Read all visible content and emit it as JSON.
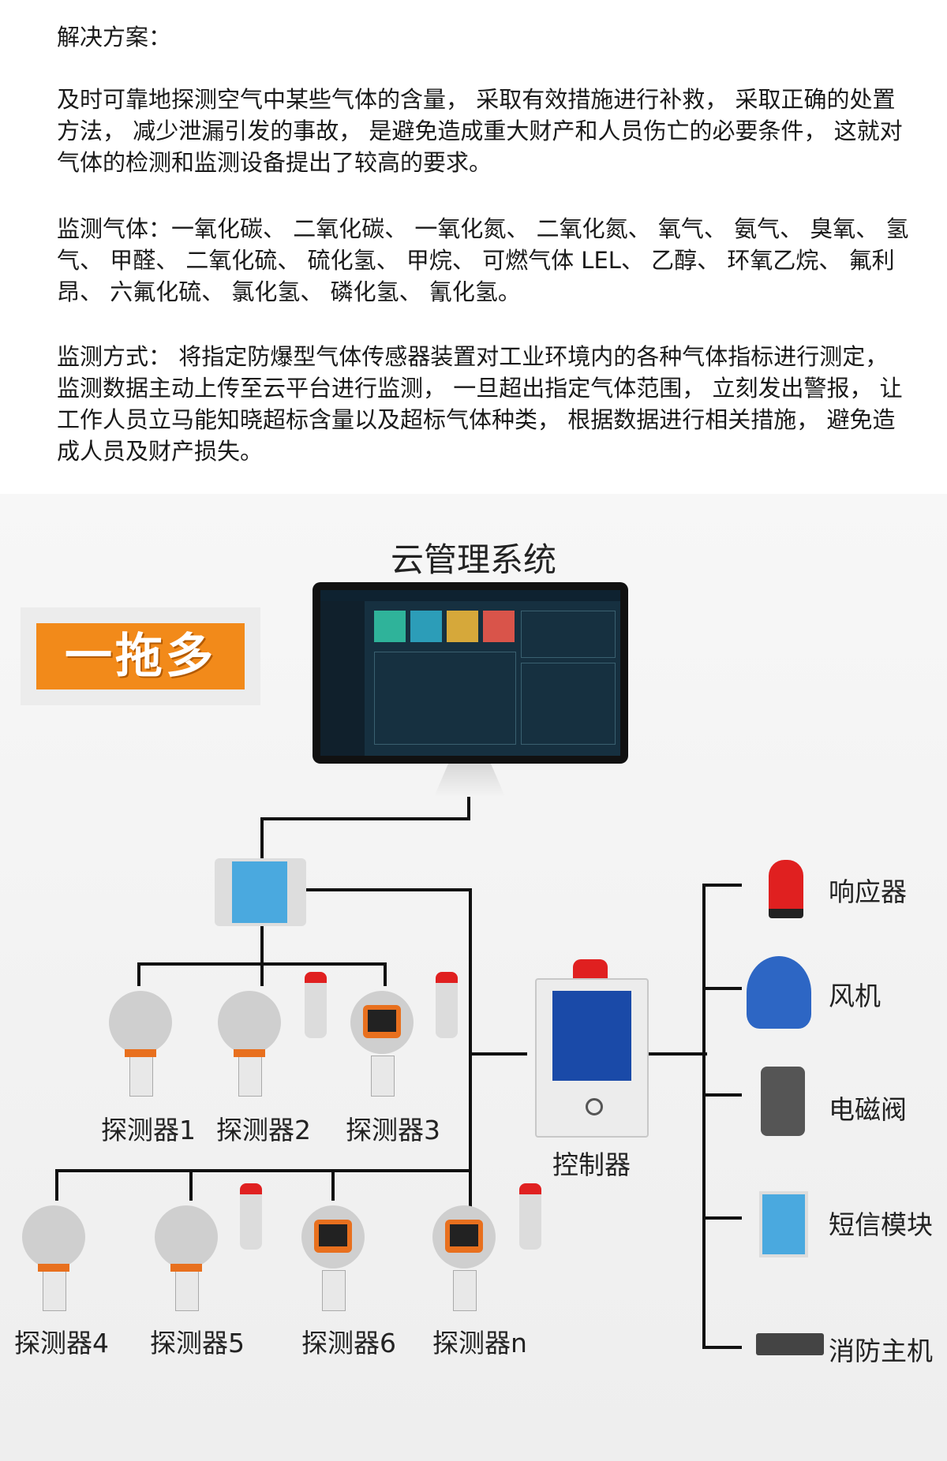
{
  "heading": "解决方案：",
  "para1": "及时可靠地探测空气中某些气体的含量， 采取有效措施进行补救， 采取正确的处置方法， 减少泄漏引发的事故， 是避免造成重大财产和人员伤亡的必要条件， 这就对气体的检测和监测设备提出了较高的要求。",
  "para2": "监测气体：一氧化碳、 二氧化碳、 一氧化氮、 二氧化氮、 氧气、 氨气、 臭氧、 氢气、 甲醛、 二氧化硫、 硫化氢、 甲烷、 可燃气体 LEL、 乙醇、 环氧乙烷、 氟利昂、 六氟化硫、 氯化氢、 磷化氢、 氰化氢。",
  "para3": "监测方式： 将指定防爆型气体传感器装置对工业环境内的各种气体指标进行测定， 监测数据主动上传至云平台进行监测， 一旦超出指定气体范围， 立刻发出警报， 让工作人员立马能知晓超标含量以及超标气体种类， 根据数据进行相关措施， 避免造成人员及财产损失。",
  "diagram": {
    "title": "云管理系统",
    "badge": "一拖多",
    "controller": "控制器",
    "detectors_row1": [
      "探测器1",
      "探测器2",
      "探测器3"
    ],
    "detectors_row2": [
      "探测器4",
      "探测器5",
      "探测器6",
      "探测器n"
    ],
    "outputs": [
      "响应器",
      "风机",
      "电磁阀",
      "短信模块",
      "消防主机"
    ]
  },
  "colors": {
    "badge": "#f28a1a",
    "detector_body": "#cfcfcf",
    "detector_accent": "#e8701e",
    "alarm": "#e02020",
    "panel": "#1a4aa8"
  }
}
